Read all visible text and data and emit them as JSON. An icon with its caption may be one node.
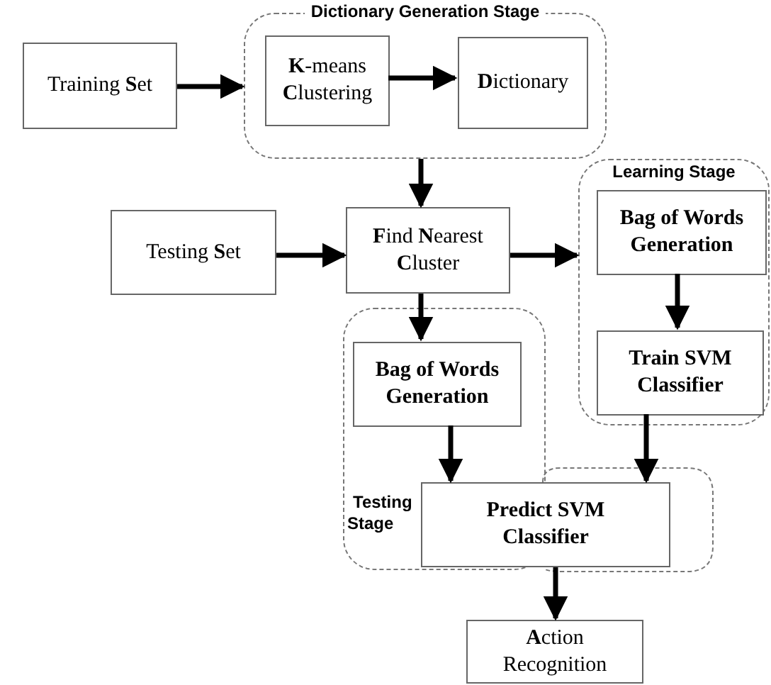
{
  "diagram": {
    "nodes": [
      {
        "text": [
          "Dictionary Generation Stage"
        ]
      },
      {
        "text": [
          "Training **S**et"
        ]
      },
      {
        "text": [
          "**K**-means **C**lustering"
        ],
        "in": 0
      },
      {
        "text": [
          "**D**ictionary"
        ],
        "in": 0
      },
      {
        "text": [
          "Testing **S**et"
        ]
      },
      {
        "text": [
          "**F**ind **N**earest **C**luster"
        ]
      },
      {
        "text": [
          "Learning Stage"
        ]
      },
      {
        "text": [
          "Bag of Words Generation"
        ],
        "in": 6
      },
      {
        "text": [
          "Train SVM Classifier"
        ],
        "in": 6
      },
      {
        "text": [
          "Testing Stage"
        ]
      },
      {
        "text": [
          "Bag of Words Generation"
        ],
        "in": 9
      },
      {
        "text": [
          "Predict SVM Classifier"
        ]
      },
      {
        "text": [
          "**A**ction Recognition"
        ]
      }
    ],
    "edges": [
      {
        "from": 1,
        "to": 0,
        "arrow": "to"
      },
      {
        "from": 2,
        "to": 3,
        "arrow": "to"
      },
      {
        "from": 0,
        "to": 5,
        "arrow": "to"
      },
      {
        "from": 4,
        "to": 5,
        "arrow": "to"
      },
      {
        "from": 5,
        "to": 6,
        "arrow": "to"
      },
      {
        "from": 7,
        "to": 8,
        "arrow": "to"
      },
      {
        "from": 5,
        "to": 10,
        "arrow": "to"
      },
      {
        "from": 10,
        "to": 11,
        "arrow": "to"
      },
      {
        "from": 8,
        "to": 11,
        "arrow": "to"
      },
      {
        "from": 11,
        "to": 12,
        "arrow": "to"
      }
    ]
  }
}
